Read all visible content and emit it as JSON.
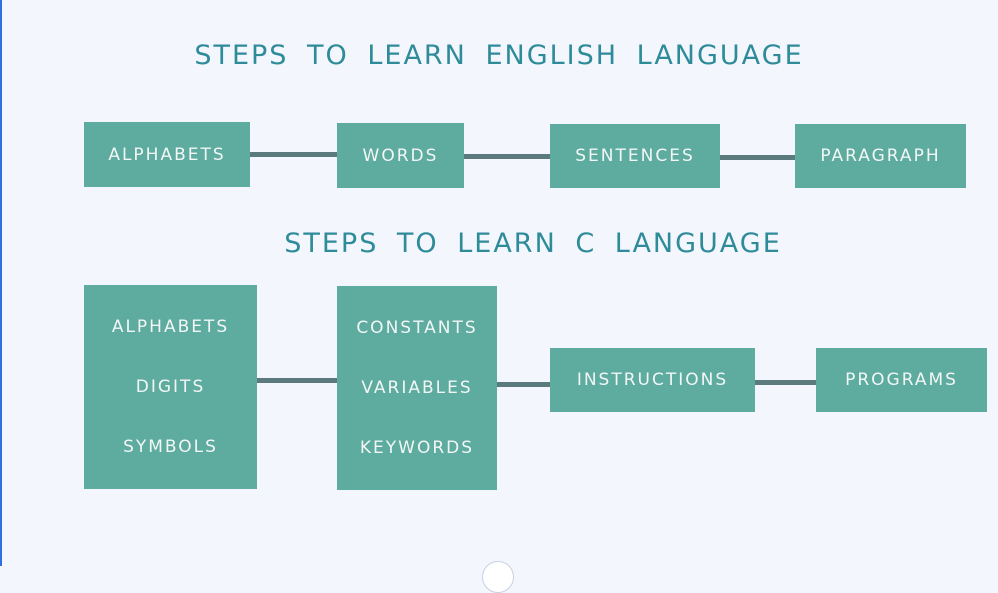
{
  "english": {
    "title": "STEPS TO LEARN ENGLISH LANGUAGE",
    "steps": [
      "ALPHABETS",
      "WORDS",
      "SENTENCES",
      "PARAGRAPH"
    ]
  },
  "c_lang": {
    "title": "STEPS TO LEARN C LANGUAGE",
    "step1": [
      "ALPHABETS",
      "DIGITS",
      "SYMBOLS"
    ],
    "step2": [
      "CONSTANTS",
      "VARIABLES",
      "KEYWORDS"
    ],
    "step3": "INSTRUCTIONS",
    "step4": "PROGRAMS"
  },
  "colors": {
    "box": "#5eab9f",
    "title": "#2e8b99",
    "connector": "#5a7a7d",
    "background": "#f4f6fe"
  }
}
